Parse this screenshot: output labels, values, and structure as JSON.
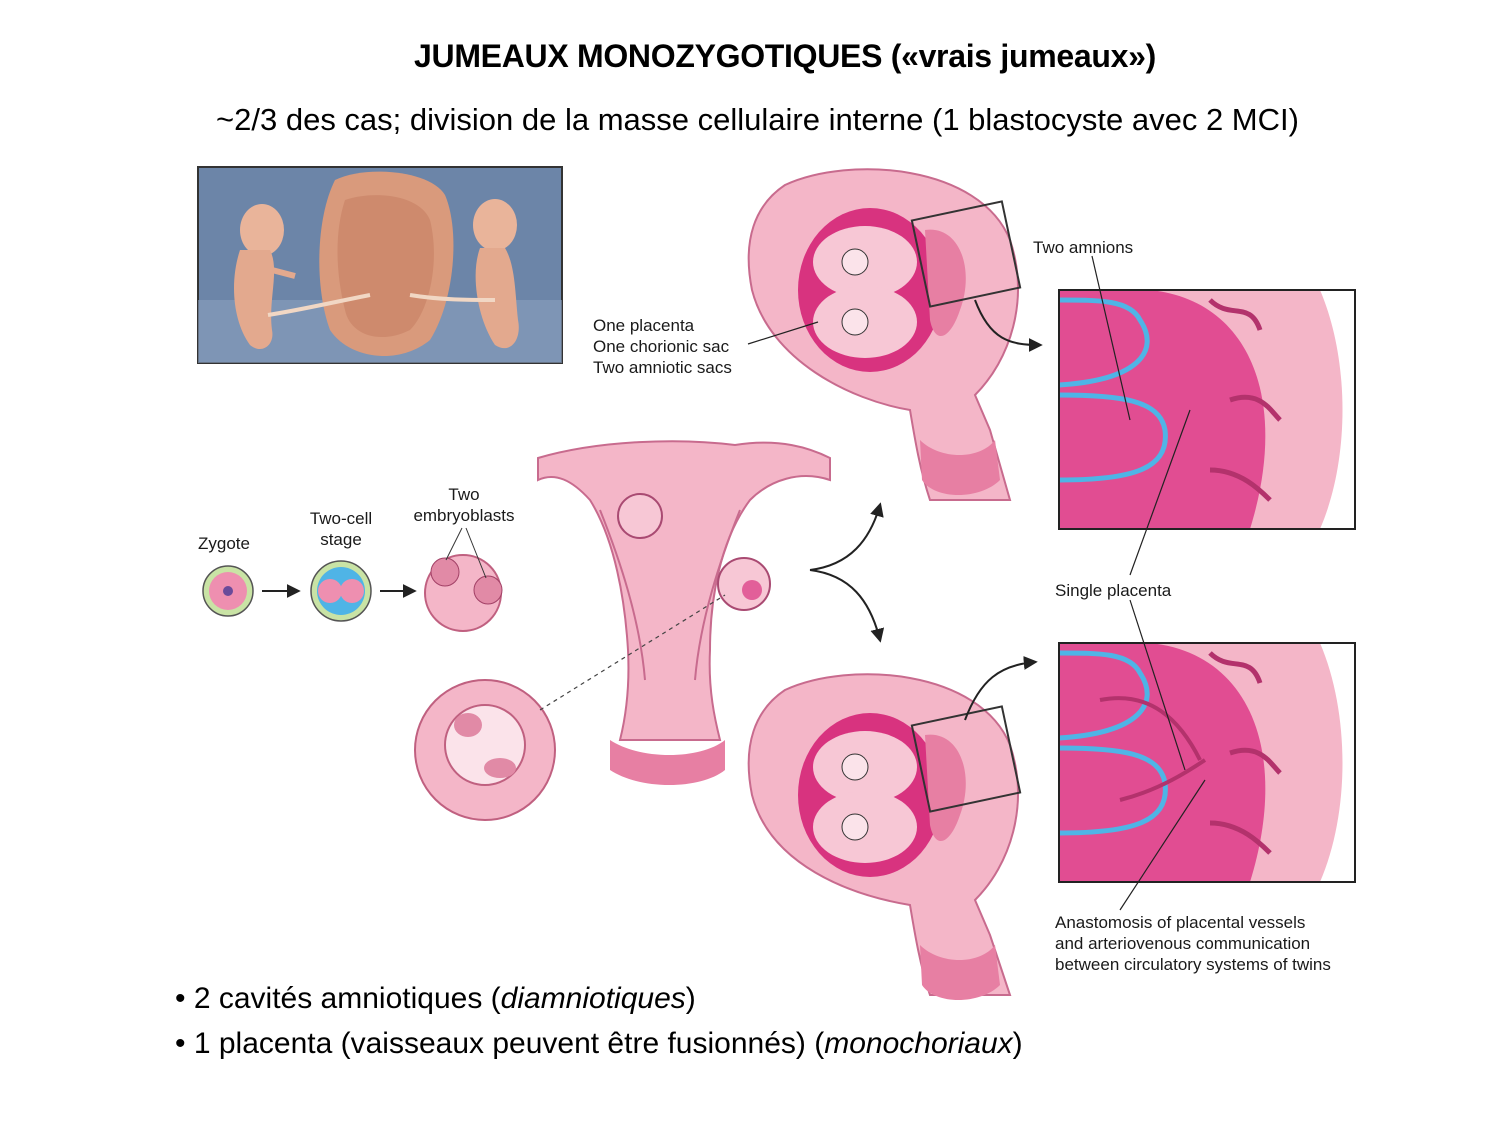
{
  "header": {
    "title": "JUMEAUX MONOZYGOTIQUES («vrais jumeaux»)",
    "subtitle": "~2/3 des cas; division de la masse cellulaire interne (1 blastocyste avec 2 MCI)"
  },
  "diagram": {
    "zygote_label": "Zygote",
    "two_cell_label": [
      "Two-cell",
      "stage"
    ],
    "two_embryoblasts_label": [
      "Two",
      "embryoblasts"
    ],
    "placenta_labels": [
      "One placenta",
      "One chorionic sac",
      "Two amniotic sacs"
    ],
    "two_amnions_label": "Two amnions",
    "single_placenta_label": "Single placenta",
    "anastomosis_label": [
      "Anastomosis of placental vessels",
      "and arteriovenous communication",
      "between circulatory systems of twins"
    ]
  },
  "bullets": [
    {
      "prefix": "• 2 cavités amniotiques (",
      "italic": "diamniotiques",
      "suffix": ")"
    },
    {
      "prefix": "• 1 placenta (vaisseaux peuvent être fusionnés) (",
      "italic": "monochoriaux",
      "suffix": ")"
    }
  ],
  "colors": {
    "pink_light": "#f4b6c8",
    "pink_mid": "#e77fa3",
    "magenta": "#d8337f",
    "amnion_blue": "#4fb4e6",
    "photo_bg": "#6c85a8"
  }
}
